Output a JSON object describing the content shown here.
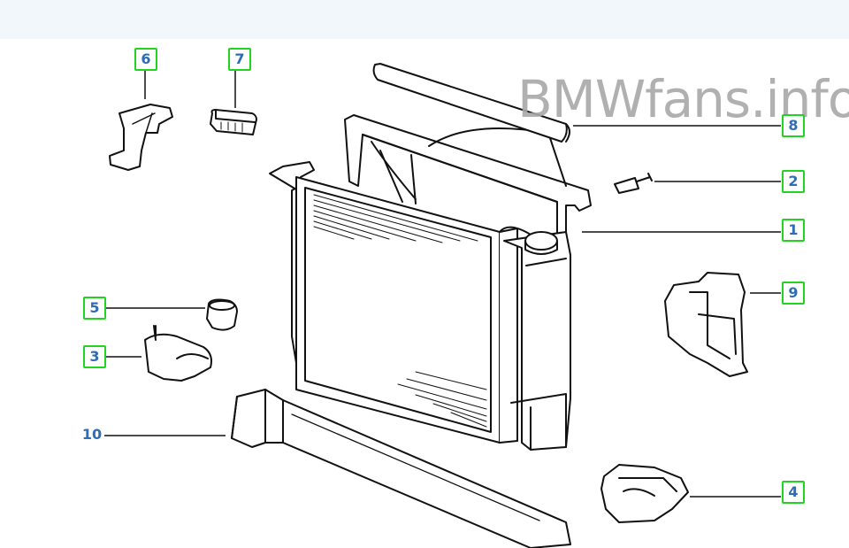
{
  "watermark": "BMWfans.info",
  "callouts": {
    "c1": "1",
    "c2": "2",
    "c3": "3",
    "c4": "4",
    "c5": "5",
    "c6": "6",
    "c7": "7",
    "c8": "8",
    "c9": "9",
    "c10": "10"
  },
  "colors": {
    "callout_border": "#22d422",
    "callout_text": "#2e6cb5",
    "header_band": "#f2f7fc"
  }
}
